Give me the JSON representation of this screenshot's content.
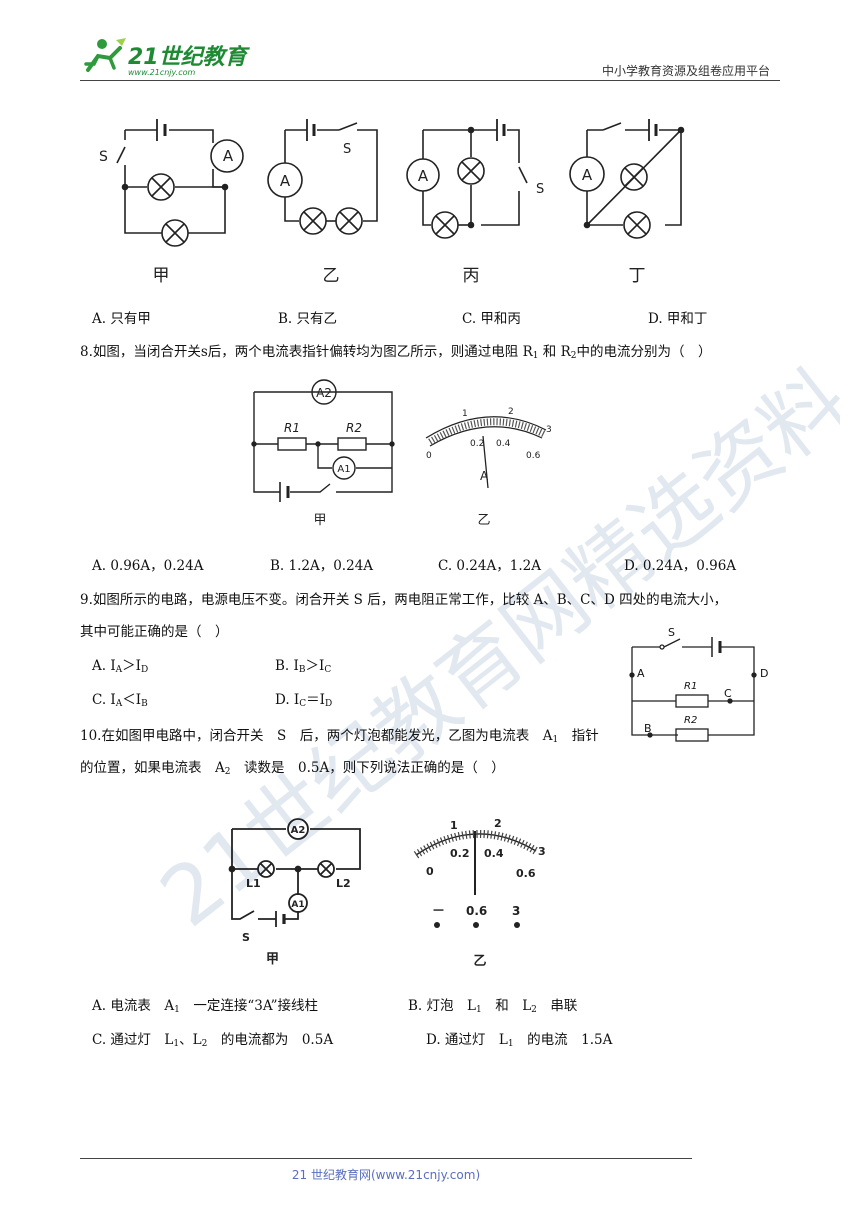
{
  "header": {
    "logo_text": "21世纪教育",
    "logo_sub": "www.21cnjy.com",
    "platform": "中小学教育资源及组卷应用平台"
  },
  "q7": {
    "fig_labels": [
      "甲",
      "乙",
      "丙",
      "丁"
    ],
    "switch_label": "S",
    "meter_label": "A",
    "options": [
      "A. 只有甲",
      "B. 只有乙",
      "C. 甲和丙",
      "D. 甲和丁"
    ]
  },
  "q8": {
    "stem_pre": "8.如图，当闭合开关s后，两个电流表指针偏转均为图乙所示，则通过电阻 R",
    "stem_mid": "和 R",
    "stem_post": "中的电流分别为（　）",
    "sub1": "1",
    "sub2": "2",
    "fig_jia": "甲",
    "fig_yi": "乙",
    "r1": "R1",
    "r2": "R2",
    "a1": "A1",
    "a2": "A2",
    "meter_A": "A",
    "scale_top": [
      "1",
      "2",
      "3"
    ],
    "scale_bottom": [
      "0",
      "0.2",
      "0.4",
      "0.6"
    ],
    "options": [
      "A. 0.96A，0.24A",
      "B. 1.2A，0.24A",
      "C. 0.24A，1.2A",
      "D. 0.24A，0.96A"
    ]
  },
  "q9": {
    "stem_line1": "9.如图所示的电路，电源电压不变。闭合开关 S 后，两电阻正常工作，比较 A、B、C、D 四处的电流大小，",
    "stem_line2": "其中可能正确的是（　）",
    "opt_a": {
      "pre": "A. I",
      "s1": "A",
      "op": "＞I",
      "s2": "D"
    },
    "opt_b": {
      "pre": "B. I",
      "s1": "B",
      "op": "＞I",
      "s2": "C"
    },
    "opt_c": {
      "pre": "C. I",
      "s1": "A",
      "op": "＜I",
      "s2": "B"
    },
    "opt_d": {
      "pre": "D. I",
      "s1": "C",
      "op": "＝I",
      "s2": "D"
    },
    "labels": {
      "s": "S",
      "a": "A",
      "b": "B",
      "c": "C",
      "d": "D",
      "r1": "R1",
      "r2": "R2"
    }
  },
  "q10": {
    "stem_line1_pre": "10.在如图甲电路中，闭合开关　S　后，两个灯泡都能发光，乙图为电流表　A",
    "stem_line1_post": "　指针",
    "stem_line2_pre": "的位置，如果电流表　A",
    "stem_line2_post": "　读数是　0.5A，则下列说法正确的是（　）",
    "sub1": "1",
    "sub2": "2",
    "fig_jia": "甲",
    "fig_yi": "乙",
    "labels": {
      "a1": "A1",
      "a2": "A2",
      "l1": "L1",
      "l2": "L2",
      "s": "S"
    },
    "scale_top": [
      "1",
      "2",
      "3"
    ],
    "scale_bottom": [
      "0",
      "0.2",
      "0.4",
      "0.6"
    ],
    "terminals": [
      "－",
      "0.6",
      "3"
    ],
    "opt_a": {
      "pre": "A. 电流表　A",
      "sub": "1",
      "post": "　一定连接“3A”接线柱"
    },
    "opt_b": {
      "pre": "B. 灯泡　L",
      "sub": "1",
      "mid": "　和　L",
      "sub2": "2",
      "post": "　串联"
    },
    "opt_c": {
      "pre": "C. 通过灯　L",
      "sub": "1",
      "mid": "、L",
      "sub2": "2",
      "post": "　的电流都为　0.5A"
    },
    "opt_d": {
      "pre": "D. 通过灯　L",
      "sub": "1",
      "post": "　的电流　1.5A"
    }
  },
  "footer": "21 世纪教育网(www.21cnjy.com)",
  "watermark": "21世纪教育网精选资料"
}
